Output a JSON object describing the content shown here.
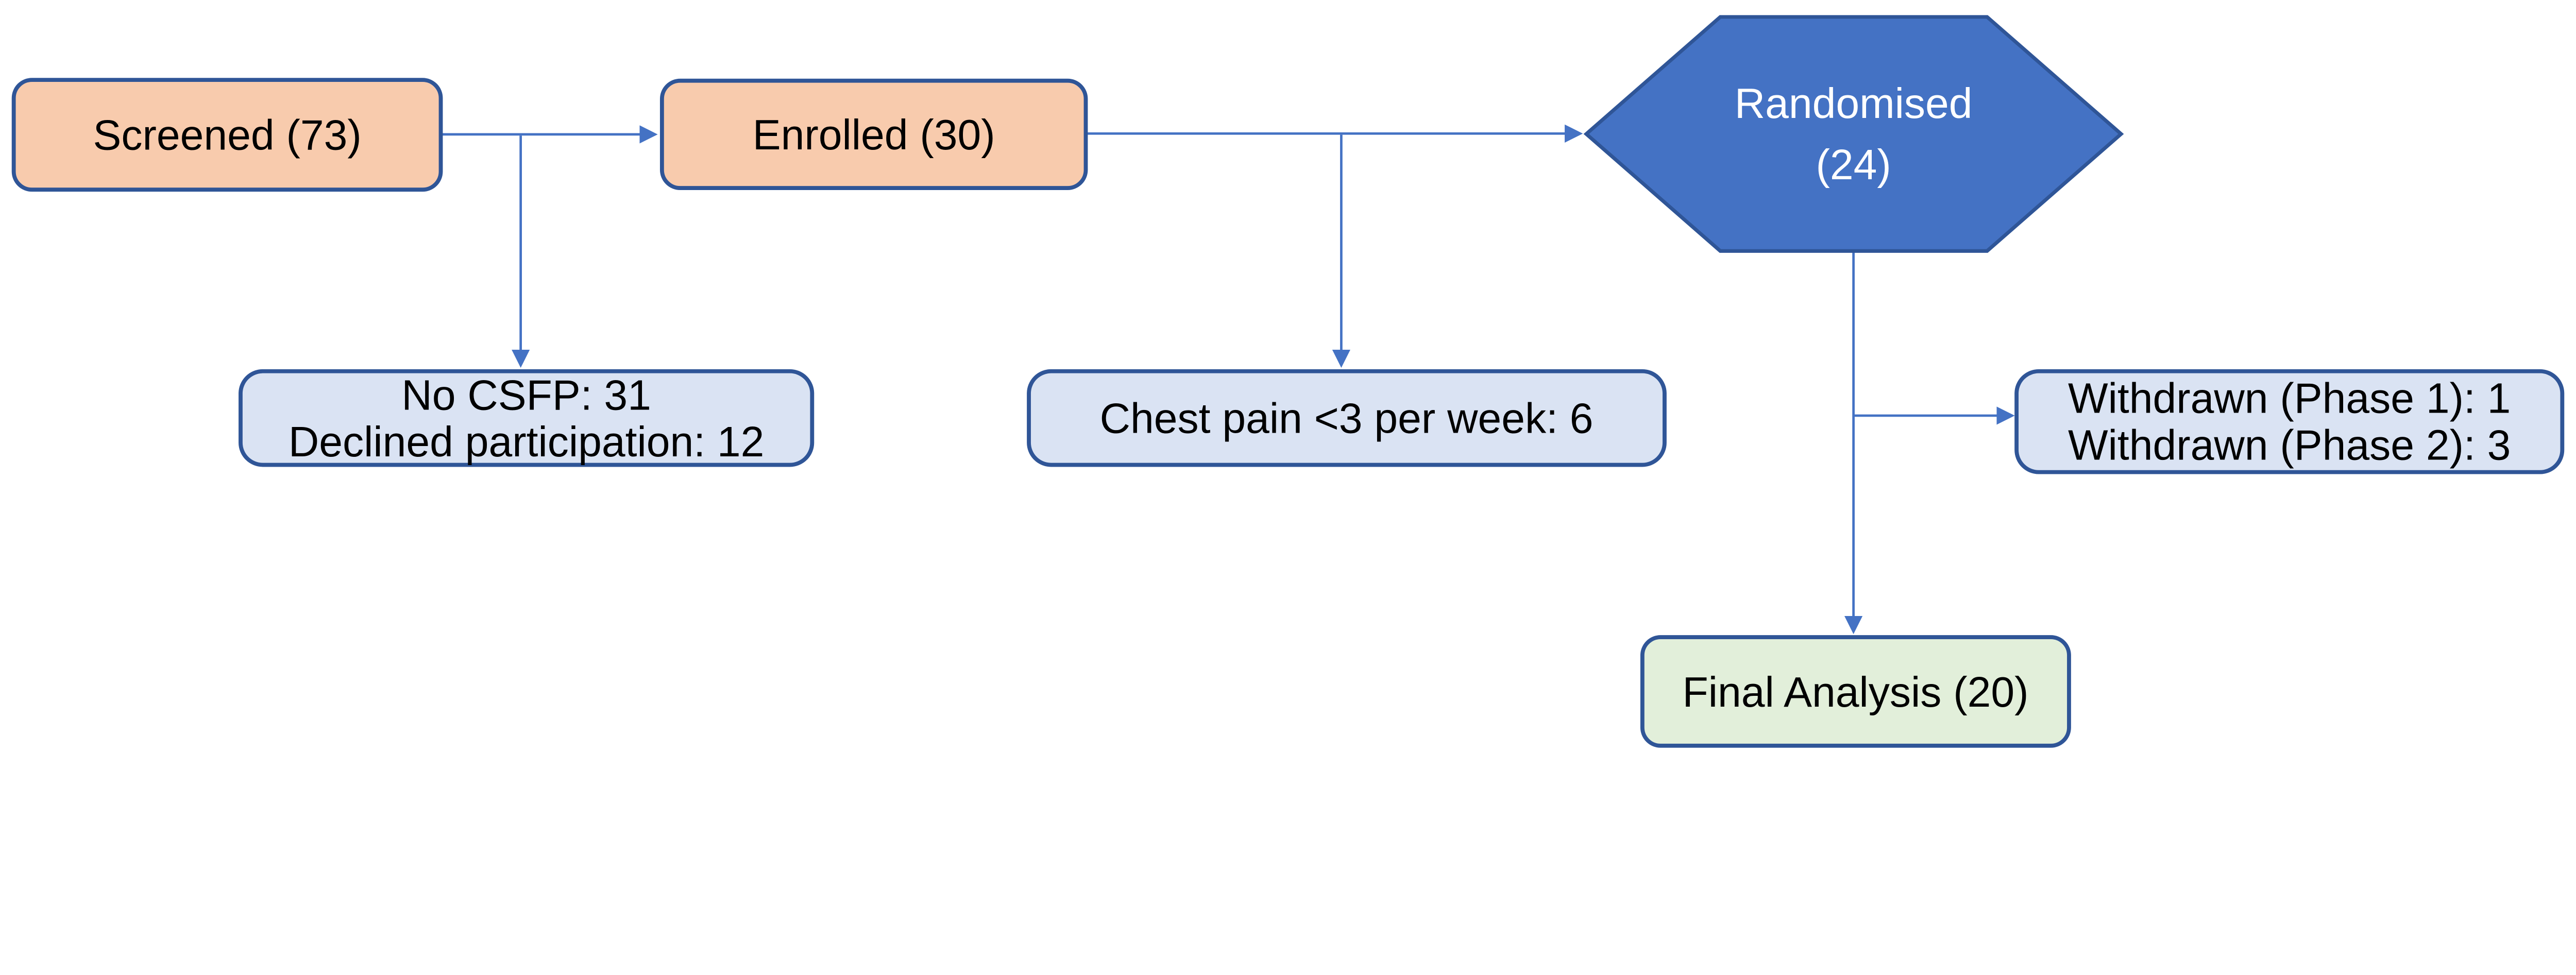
{
  "diagram": {
    "type": "flowchart",
    "nodes": {
      "screened": {
        "label": "Screened (73)"
      },
      "enrolled": {
        "label": "Enrolled (30)"
      },
      "randomised": {
        "line1": "Randomised",
        "line2": "(24)"
      },
      "no_csfp": {
        "line1": "No CSFP: 31",
        "line2": "Declined participation: 12"
      },
      "chest_pain": {
        "label": "Chest pain <3 per week: 6"
      },
      "withdrawn": {
        "line1": "Withdrawn (Phase 1): 1",
        "line2": "Withdrawn (Phase 2): 3"
      },
      "final_analysis": {
        "label": "Final Analysis (20)"
      }
    },
    "edges": [
      {
        "from": "screened",
        "to": "enrolled"
      },
      {
        "from": "enrolled",
        "to": "randomised"
      },
      {
        "from": "screened",
        "to": "no_csfp"
      },
      {
        "from": "enrolled",
        "to": "chest_pain"
      },
      {
        "from": "randomised",
        "to": "withdrawn"
      },
      {
        "from": "randomised",
        "to": "final_analysis"
      }
    ]
  },
  "colors": {
    "peach": "#F8CBAD",
    "light_blue": "#DAE3F3",
    "green": "#E2EFDA",
    "hexagon_blue": "#4472C4",
    "border_blue": "#2F5597",
    "connector_blue": "#4472C4",
    "hexagon_text": "#FFFFFF",
    "box_text": "#000000",
    "background": "#FFFFFF"
  }
}
